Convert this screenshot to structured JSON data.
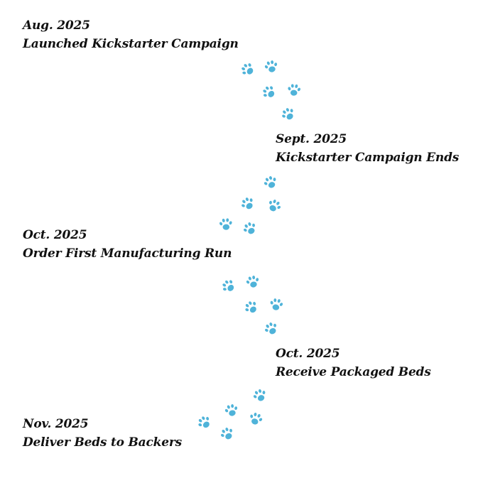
{
  "palette": {
    "paw_color": "#4fb3d9",
    "text_color": "#111111",
    "background": "#ffffff"
  },
  "timeline": [
    {
      "date": "Aug.  2025",
      "event": "Launched Kickstarter Campaign"
    },
    {
      "date": "Sept. 2025",
      "event": "Kickstarter Campaign Ends"
    },
    {
      "date": "Oct. 2025",
      "event": "Order First Manufacturing Run"
    },
    {
      "date": "Oct. 2025",
      "event": "Receive Packaged Beds"
    },
    {
      "date": "Nov. 2025",
      "event": "Deliver Beds to Backers"
    }
  ],
  "icons": {
    "paw": "paw-print-icon"
  }
}
